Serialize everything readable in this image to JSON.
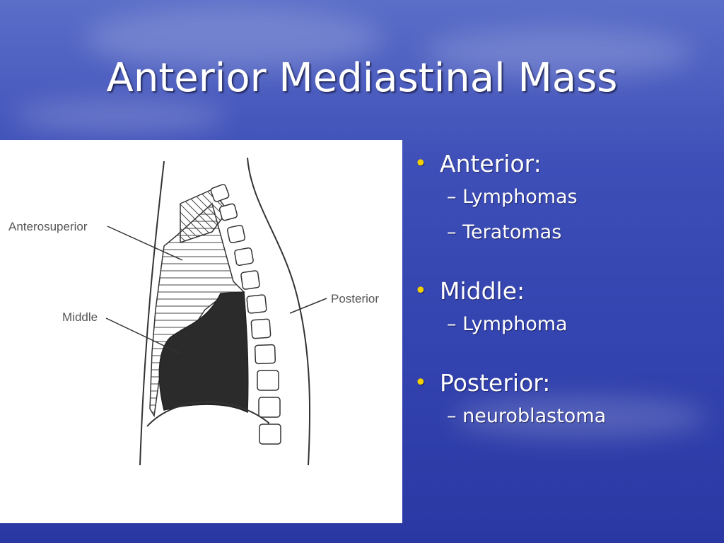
{
  "slide": {
    "title": "Anterior Mediastinal Mass",
    "figure": {
      "labels": {
        "anterosuperior": "Anterosuperior",
        "middle": "Middle",
        "posterior": "Posterior"
      }
    },
    "bullets": [
      {
        "label": "Anterior:",
        "subs": [
          "Lymphomas",
          "Teratomas"
        ]
      },
      {
        "label": "Middle:",
        "subs": [
          "Lymphoma"
        ]
      },
      {
        "label": "Posterior:",
        "subs": [
          "neuroblastoma"
        ]
      }
    ],
    "colors": {
      "bullet": "#f5d000",
      "text": "#ffffff",
      "background": "#3444b0"
    }
  }
}
